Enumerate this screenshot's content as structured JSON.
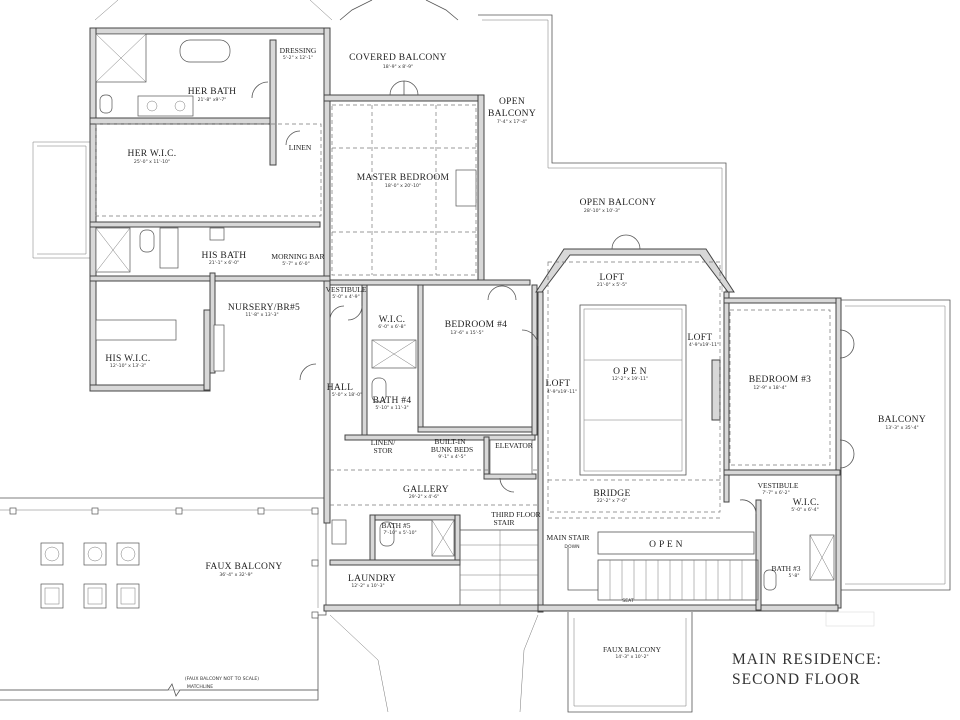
{
  "title": {
    "line1": "MAIN RESIDENCE:",
    "line2": "SECOND FLOOR"
  },
  "rooms": {
    "covered_balcony": {
      "name": "COVERED BALCONY",
      "dim": "18'-9\" x 8'-9\""
    },
    "her_bath": {
      "name": "HER BATH",
      "dim": "21'-8\" x9'-7\""
    },
    "dressing": {
      "name": "DRESSING",
      "dim": "5'-2\" x 12'-1\""
    },
    "linen1": {
      "name": "LINEN"
    },
    "her_wic": {
      "name": "HER W.I.C.",
      "dim": "25'-0\" x 11'-10\""
    },
    "master_bedroom": {
      "name": "MASTER BEDROOM",
      "dim": "18'-0\" x 20'-10\""
    },
    "open_balcony_small": {
      "name1": "OPEN",
      "name2": "BALCONY",
      "dim": "7'-4\" x 17'-4\""
    },
    "open_balcony": {
      "name": "OPEN BALCONY",
      "dim": "28'-10\" x 10'-3\""
    },
    "his_bath": {
      "name": "HIS BATH",
      "dim": "21'-1\" x 6'-0\""
    },
    "morning_bar": {
      "name": "MORNING BAR",
      "dim": "5'-7\" x 6'-0\""
    },
    "nursery": {
      "name": "NURSERY/BR#5",
      "dim": "11'-8\" x 13'-3\""
    },
    "vestibule1": {
      "name": "VESTIBULE",
      "dim": "5'-0\" x 4'-9\""
    },
    "wic_small": {
      "name": "W.I.C.",
      "dim": "6'-0\" x 6'-8\""
    },
    "bedroom4": {
      "name": "BEDROOM #4",
      "dim": "13'-6\" x 15'-5\""
    },
    "his_wic": {
      "name": "HIS W.I.C.",
      "dim": "12'-10\" x 13'-3\""
    },
    "loft_top": {
      "name": "LOFT",
      "dim": "21'-0\" x 5'-5\""
    },
    "loft_left": {
      "name": "LOFT",
      "dim": "4'-9\"x19'-11\""
    },
    "loft_right": {
      "name": "LOFT",
      "dim": "4'-9\"x19'-11\""
    },
    "open_center": {
      "name": "O P E N",
      "dim": "12'-2\" x 19'-11\""
    },
    "bedroom3": {
      "name": "BEDROOM #3",
      "dim": "12'-9\" x 18'-4\""
    },
    "balcony": {
      "name": "BALCONY",
      "dim": "13'-3\" x 35'-4\""
    },
    "hall": {
      "name": "HALL",
      "dim": "5'-0\" x 18'-0\""
    },
    "bath4": {
      "name": "BATH #4",
      "dim": "5'-10\" x 11'-3\""
    },
    "linen_stor": {
      "name1": "LINEN/",
      "name2": "STOR"
    },
    "bunk_beds": {
      "name1": "BUILT-IN",
      "name2": "BUNK BEDS",
      "dim": "9'-1\" x 4'-5\""
    },
    "elevator": {
      "name": "ELEVATOR"
    },
    "gallery": {
      "name": "GALLERY",
      "dim": "29'-2\" x 4'-6\""
    },
    "bridge": {
      "name": "BRIDGE",
      "dim": "22'-2\" x 7'-0\""
    },
    "vestibule2": {
      "name": "VESTIBULE",
      "dim": "7'-7\" x 6'-2\""
    },
    "wic_right": {
      "name": "W.I.C.",
      "dim": "5'-0\" x 6'-4\""
    },
    "faux_balcony": {
      "name": "FAUX BALCONY",
      "dim": "36'-4\" x 32'-9\""
    },
    "third_floor_stair": {
      "name1": "THIRD FLOOR",
      "name2": "STAIR"
    },
    "main_stair": {
      "name": "MAIN STAIR",
      "down": "DOWN"
    },
    "open_bottom": {
      "name": "O P E N"
    },
    "bath5": {
      "name": "BATH #5",
      "dim": "7'-10\" x 5'-10\""
    },
    "laundry": {
      "name": "LAUNDRY",
      "dim": "12'-2\" x 10'-3\""
    },
    "bath3": {
      "name": "BATH #3",
      "dim": "5'-8\""
    },
    "seat": {
      "name": "SEAT"
    },
    "faux_balcony_small": {
      "name": "FAUX BALCONY",
      "dim": "14'-3\" x 10'-2\""
    },
    "faux_note": {
      "text": "(FAUX BALCONY NOT TO SCALE)"
    },
    "matchline": {
      "text": "MATCHLINE"
    }
  }
}
